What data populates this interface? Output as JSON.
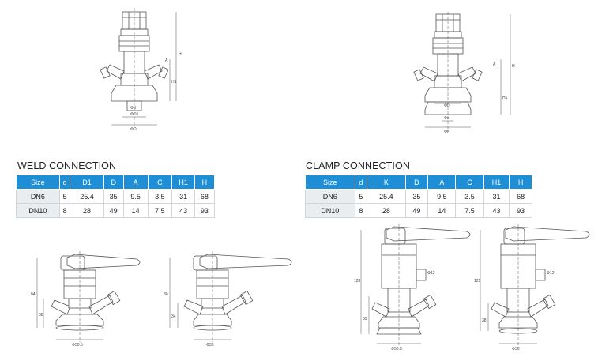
{
  "weld": {
    "title": "WELD CONNECTION",
    "headers": [
      "Size",
      "d",
      "D1",
      "D",
      "A",
      "C",
      "H1",
      "H"
    ],
    "rows": [
      [
        "DN6",
        "5",
        "25.4",
        "35",
        "9.5",
        "3.5",
        "31",
        "68"
      ],
      [
        "DN10",
        "8",
        "28",
        "49",
        "14",
        "7.5",
        "43",
        "93"
      ]
    ]
  },
  "clamp": {
    "title": "CLAMP CONNECTION",
    "headers": [
      "Size",
      "d",
      "K",
      "D",
      "A",
      "C",
      "H1",
      "H"
    ],
    "rows": [
      [
        "DN6",
        "5",
        "25.4",
        "35",
        "9.5",
        "3.5",
        "31",
        "68"
      ],
      [
        "DN10",
        "8",
        "28",
        "49",
        "14",
        "7.5",
        "43",
        "93"
      ]
    ]
  },
  "drawing_labels": {
    "weld_top": {
      "h": "H",
      "h1": "H1",
      "d1": "ΦD1",
      "d": "Φd",
      "dd": "ΦD",
      "a": "A"
    },
    "clamp_top": {
      "h": "H",
      "h1": "H1",
      "d1": "ΦD",
      "d": "Φd",
      "k": "ΦK",
      "a": "A"
    },
    "bottom1": {
      "h": "84",
      "h1": "38",
      "base": "Φ50.5"
    },
    "bottom2": {
      "h": "80",
      "h1": "34",
      "base": "Φ38"
    },
    "bottom3": {
      "h": "128",
      "h1": "85",
      "base": "Φ50.5",
      "port": "Φ12"
    },
    "bottom4": {
      "h": "121",
      "h1": "38",
      "base": "Φ30",
      "port": "Φ12"
    }
  },
  "colors": {
    "header": "#1e8fd6",
    "first_col": "#e9edf0",
    "line": "#555555"
  }
}
